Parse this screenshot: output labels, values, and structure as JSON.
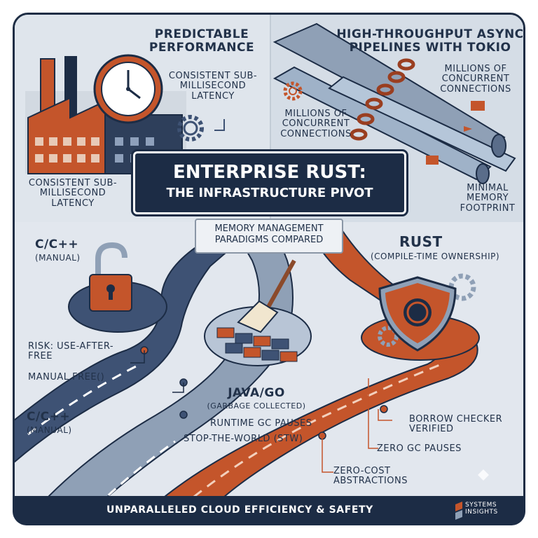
{
  "title": {
    "line1": "ENTERPRISE RUST:",
    "line2": "THE INFRASTRUCTURE PIVOT"
  },
  "subtitle": "MEMORY MANAGEMENT PARADIGMS COMPARED",
  "top_left": {
    "heading": "PREDICTABLE PERFORMANCE",
    "callout_right": "CONSISTENT SUB-MILLISECOND LATENCY",
    "callout_left": "CONSISTENT SUB-MILLISECOND LATENCY"
  },
  "top_right": {
    "heading": "HIGH-THROUGHPUT ASYNC PIPELINES WITH TOKIO",
    "callout_right": "MILLIONS OF CONCURRENT CONNECTIONS",
    "callout_left": "MILLIONS OF CONCURRENT CONNECTIONS",
    "callout_bottom": "MINIMAL MEMORY FOOTPRINT"
  },
  "cpp": {
    "label": "C/C++",
    "sub": "(MANUAL)",
    "risk": "RISK: USE-AFTER-FREE",
    "manual_free": "MANUAL FREE()",
    "label2": "C/C++",
    "sub2": "(MANUAL)"
  },
  "javago": {
    "label": "JAVA/GO",
    "sub": "(GARBAGE COLLECTED)",
    "gc_pauses": "RUNTIME GC PAUSES",
    "stw": "STOP-THE-WORLD (STW)"
  },
  "rust": {
    "label": "RUST",
    "sub": "(COMPILE-TIME OWNERSHIP)",
    "borrow": "BORROW CHECKER VERIFIED",
    "zero_gc": "ZERO GC PAUSES",
    "zero_cost": "ZERO-COST ABSTRACTIONS"
  },
  "footer": {
    "text": "UNPARALLELED CLOUD EFFICIENCY & SAFETY",
    "brand_line1": "SYSTEMS",
    "brand_line2": "INSIGHTS"
  },
  "colors": {
    "navy": "#1c2c45",
    "rust_orange": "#c4552b",
    "slate_road": "#3e5274",
    "gray_road": "#8fa0b6"
  }
}
